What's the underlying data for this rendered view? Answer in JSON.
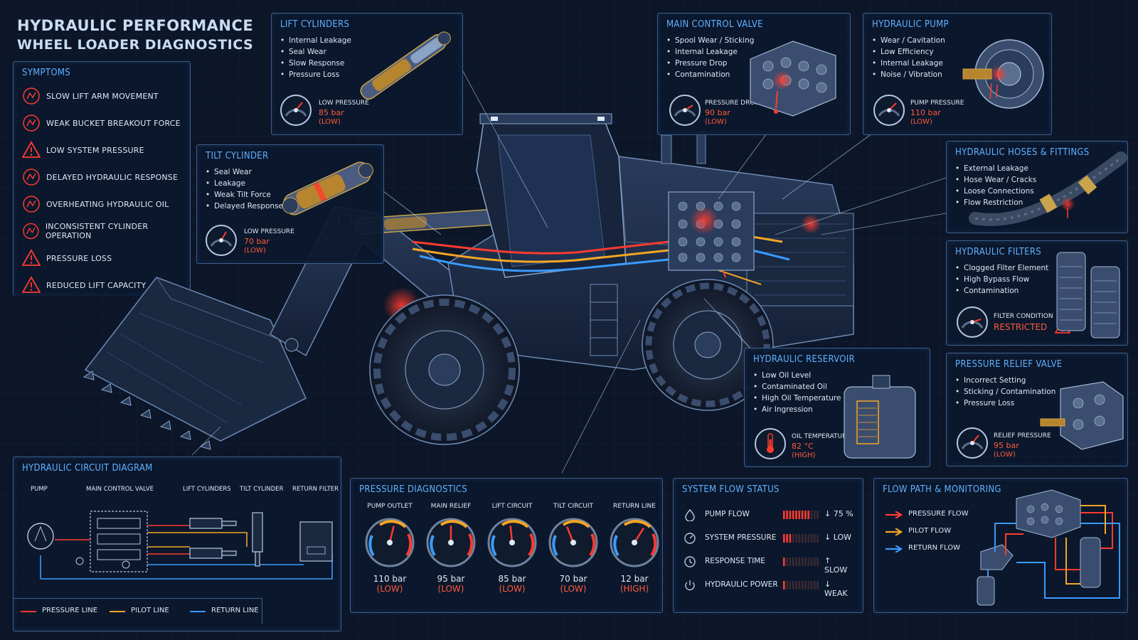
{
  "header": {
    "title_line1": "HYDRAULIC PERFORMANCE",
    "title_line2": "WHEEL LOADER DIAGNOSTICS"
  },
  "symptoms": {
    "title": "SYMPTOMS",
    "items": [
      {
        "label": "SLOW LIFT ARM MOVEMENT",
        "icon": "lift-arm-warning-icon"
      },
      {
        "label": "WEAK BUCKET BREAKOUT FORCE",
        "icon": "bucket-warning-icon"
      },
      {
        "label": "LOW SYSTEM PRESSURE",
        "icon": "warning-triangle-icon"
      },
      {
        "label": "DELAYED HYDRAULIC RESPONSE",
        "icon": "response-warning-icon"
      },
      {
        "label": "OVERHEATING HYDRAULIC OIL",
        "icon": "oil-temperature-icon"
      },
      {
        "label": "INCONSISTENT CYLINDER OPERATION",
        "icon": "cylinder-warning-icon"
      },
      {
        "label": "PRESSURE LOSS",
        "icon": "warning-triangle-icon"
      },
      {
        "label": "REDUCED LIFT CAPACITY",
        "icon": "warning-triangle-icon"
      }
    ]
  },
  "lift_cylinders": {
    "title": "LIFT CYLINDERS",
    "bullets": [
      "Internal Leakage",
      "Seal Wear",
      "Slow Response",
      "Pressure Loss"
    ],
    "gauge_label": "LOW PRESSURE",
    "value": "85 bar",
    "status": "(LOW)"
  },
  "tilt_cylinder": {
    "title": "TILT CYLINDER",
    "bullets": [
      "Seal Wear",
      "Leakage",
      "Weak Tilt Force",
      "Delayed Response"
    ],
    "gauge_label": "LOW PRESSURE",
    "value": "70 bar",
    "status": "(LOW)"
  },
  "main_control_valve": {
    "title": "MAIN CONTROL VALVE",
    "bullets": [
      "Spool Wear / Sticking",
      "Internal Leakage",
      "Pressure Drop",
      "Contamination"
    ],
    "gauge_label": "PRESSURE DROP",
    "value": "90 bar",
    "status": "(LOW)"
  },
  "hydraulic_pump": {
    "title": "HYDRAULIC PUMP",
    "bullets": [
      "Wear / Cavitation",
      "Low Efficiency",
      "Internal Leakage",
      "Noise / Vibration"
    ],
    "gauge_label": "PUMP PRESSURE",
    "value": "110 bar",
    "status": "(LOW)"
  },
  "hoses": {
    "title": "HYDRAULIC HOSES & FITTINGS",
    "bullets": [
      "External Leakage",
      "Hose Wear / Cracks",
      "Loose Connections",
      "Flow Restriction"
    ]
  },
  "filters": {
    "title": "HYDRAULIC FILTERS",
    "bullets": [
      "Clogged Filter Element",
      "High Bypass Flow",
      "Contamination"
    ],
    "gauge_label": "FILTER CONDITION",
    "status": "RESTRICTED"
  },
  "reservoir": {
    "title": "HYDRAULIC RESERVOIR",
    "bullets": [
      "Low Oil Level",
      "Contaminated Oil",
      "High Oil Temperature",
      "Air Ingression"
    ],
    "gauge_label": "OIL TEMPERATURE",
    "value": "82 °C",
    "status": "(HIGH)"
  },
  "relief_valve": {
    "title": "PRESSURE RELIEF VALVE",
    "bullets": [
      "Incorrect Setting",
      "Sticking / Contamination",
      "Pressure Loss"
    ],
    "gauge_label": "RELIEF PRESSURE",
    "value": "95 bar",
    "status": "(LOW)"
  },
  "circuit": {
    "title": "HYDRAULIC CIRCUIT DIAGRAM",
    "components": [
      "PUMP",
      "MAIN CONTROL VALVE",
      "LIFT CYLINDERS",
      "TILT CYLINDER",
      "RETURN FILTER"
    ],
    "legend": [
      "PRESSURE LINE",
      "PILOT LINE",
      "RETURN LINE"
    ]
  },
  "pressure_diagnostics": {
    "title": "PRESSURE DIAGNOSTICS",
    "gauges": [
      {
        "label": "PUMP OUTLET",
        "value": "110 bar",
        "status": "(LOW)",
        "level": 0.55
      },
      {
        "label": "MAIN RELIEF",
        "value": "95 bar",
        "status": "(LOW)",
        "level": 0.5
      },
      {
        "label": "LIFT CIRCUIT",
        "value": "85 bar",
        "status": "(LOW)",
        "level": 0.48
      },
      {
        "label": "TILT CIRCUIT",
        "value": "70 bar",
        "status": "(LOW)",
        "level": 0.42
      },
      {
        "label": "RETURN LINE",
        "value": "12 bar",
        "status": "(HIGH)",
        "level": 0.62
      }
    ]
  },
  "flow_status": {
    "title": "SYSTEM FLOW STATUS",
    "rows": [
      {
        "label": "PUMP FLOW",
        "status": "↓ 75 %",
        "icon": "drop-icon",
        "level": 0.75
      },
      {
        "label": "SYSTEM PRESSURE",
        "status": "↓ LOW",
        "icon": "gauge-icon",
        "level": 0.25
      },
      {
        "label": "RESPONSE TIME",
        "status": "↑ SLOW",
        "icon": "clock-icon",
        "level": 0.12
      },
      {
        "label": "HYDRAULIC POWER",
        "status": "↓ WEAK",
        "icon": "power-icon",
        "level": 0.08
      }
    ]
  },
  "flow_path": {
    "title": "FLOW PATH & MONITORING",
    "legend": [
      "PRESSURE FLOW",
      "PILOT FLOW",
      "RETURN FLOW"
    ]
  },
  "colors": {
    "pressure": "#ff3b2f",
    "pilot": "#f5a623",
    "return": "#3a9bff",
    "accent": "#5fb0ff",
    "alert": "#ff5a3c"
  }
}
